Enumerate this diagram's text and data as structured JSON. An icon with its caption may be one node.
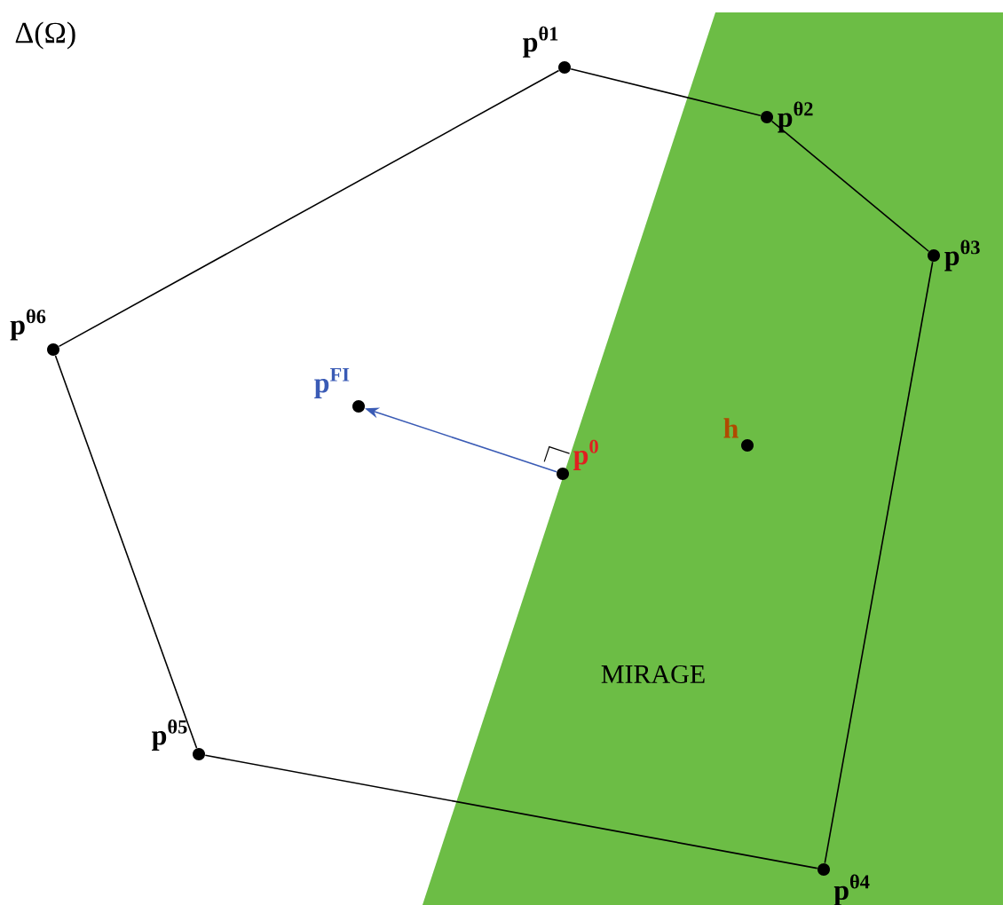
{
  "diagram": {
    "nodes": [
      {
        "text": [
          "p$^{θ1}$"
        ]
      },
      {
        "text": [
          "p$^{θ2}$"
        ]
      },
      {
        "text": [
          "p$^{θ3}$"
        ]
      },
      {
        "text": [
          "p$^{θ4}$"
        ]
      },
      {
        "text": [
          "p$^{θ5}$"
        ]
      },
      {
        "text": [
          "p$^{θ6}$"
        ]
      },
      {
        "text": [
          "p$^{FI}$"
        ]
      },
      {
        "text": [
          "p$^{0}$"
        ]
      },
      {
        "text": [
          "h"
        ]
      }
    ],
    "edges": [
      {
        "from": 0,
        "to": 1,
        "arrow": "none"
      },
      {
        "from": 1,
        "to": 2,
        "arrow": "none"
      },
      {
        "from": 2,
        "to": 3,
        "arrow": "none"
      },
      {
        "from": 3,
        "to": 4,
        "arrow": "none"
      },
      {
        "from": 4,
        "to": 5,
        "arrow": "none"
      },
      {
        "from": 5,
        "to": 0,
        "arrow": "none"
      },
      {
        "from": 7,
        "to": 6,
        "arrow": "to",
        "color": "#3a5bb5"
      }
    ],
    "labels": [
      "Δ(Ω)",
      "MIRAGE"
    ]
  }
}
